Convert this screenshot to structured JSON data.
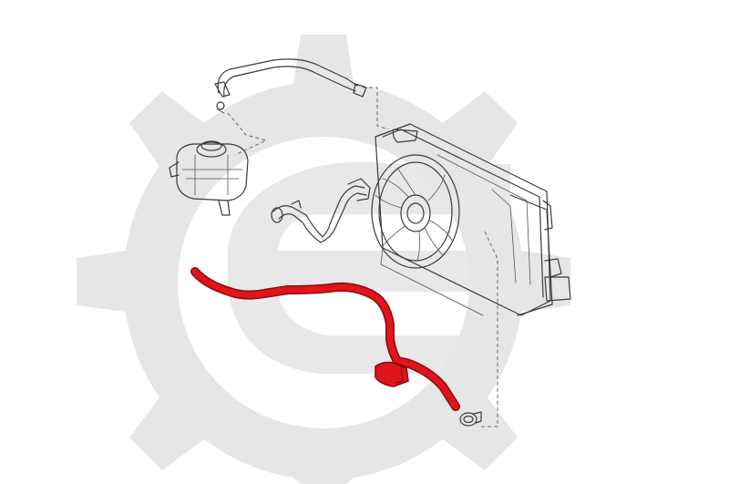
{
  "diagram": {
    "colors": {
      "background": "#ffffff",
      "watermark": "#e6e6e6",
      "line_art": "#3a3a3a",
      "highlight_fill": "#e0151b",
      "highlight_stroke": "#8a0b0e"
    },
    "watermark_icon": "gear-with-e-logo",
    "highlighted_part": "lower-radiator-hose",
    "parts": [
      "upper-coolant-pipe",
      "expansion-tank",
      "thermostat-hose",
      "radiator-fan-assembly",
      "lower-radiator-hose",
      "hose-clamp"
    ]
  }
}
